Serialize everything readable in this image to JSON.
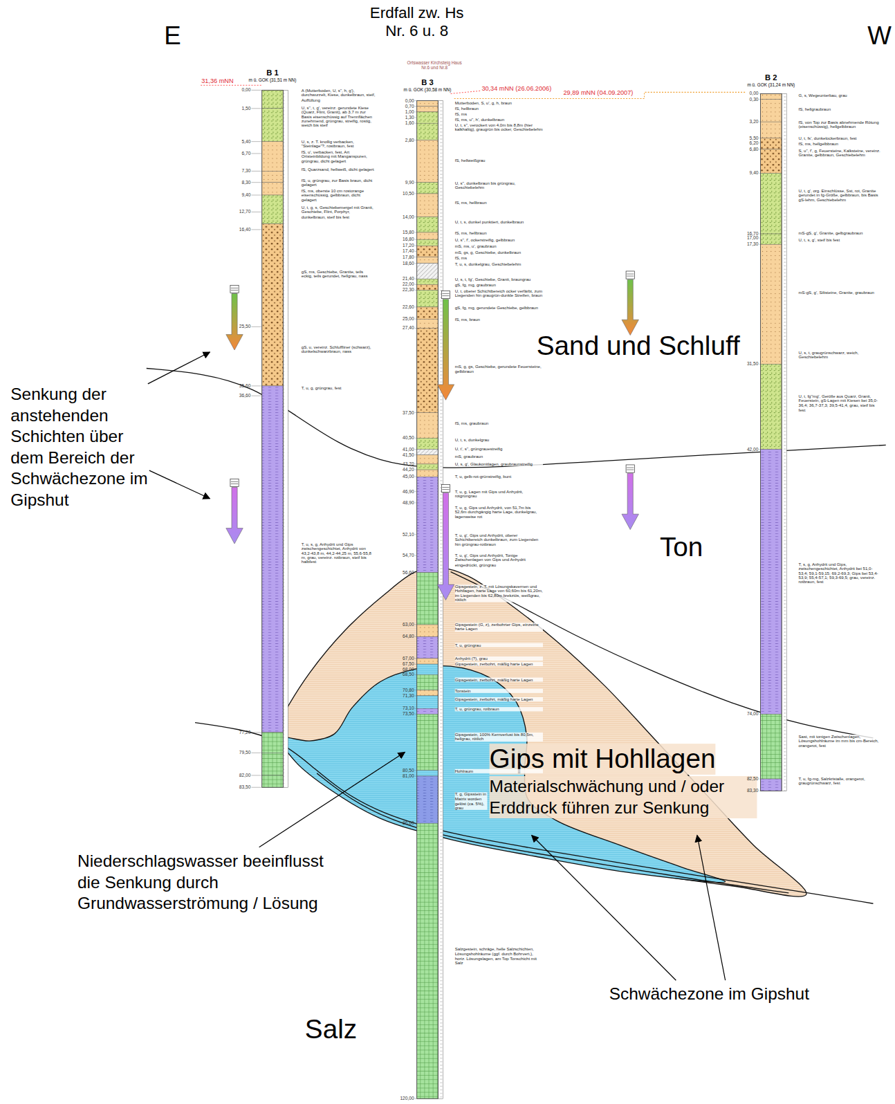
{
  "diagram": {
    "title": "Erdfall zw. Hs Nr. 6 u. 8",
    "nodes": [
      {
        "text": [
          "B 1",
          "m ü. GOK (31,51 m NN)"
        ]
      },
      {
        "text": [
          "B 3",
          "m ü. GOK (30,58 m NN)"
        ]
      },
      {
        "text": [
          "B 2",
          "m ü. GOK (31,24 m NN)"
        ]
      }
    ],
    "labels": [
      "E",
      "W",
      "Ortswasser Kirchsteig Haus Nr.6 und Nr.8",
      "31,36 mNN",
      "30,34 mNN (26.06.2006)",
      "29,89 mNN (04.09.2007)",
      "Sand und Schluff",
      "Ton",
      "Gips mit Hohllagen",
      "Materialschwächung und / oder Erddruck führen zur Senkung",
      "Salz",
      "Senkung der anstehenden Schichten über dem Bereich der Schwächezone im Gipshut",
      "Niederschlagswasser beeinflusst die Senkung durch Grundwasserströmung / Lösung",
      "Schwächezone im Gipshut",
      "0,00",
      "1,50",
      "5,40",
      "6,70",
      "7,30",
      "8,30",
      "9,40",
      "12,70",
      "16,40",
      "25,50",
      "35,60",
      "36,60",
      "77,20",
      "79,50",
      "82,00",
      "83,50",
      "0,00",
      "0,70",
      "1,00",
      "1,30",
      "1,60",
      "2,80",
      "9,90",
      "10,50",
      "14,00",
      "15,80",
      "16,80",
      "17,20",
      "17,40",
      "17,80",
      "18,60",
      "21,40",
      "22,00",
      "22,30",
      "22,60",
      "25,00",
      "27,40",
      "37,50",
      "40,50",
      "41,00",
      "41,50",
      "43,70",
      "44,20",
      "45,00",
      "46,90",
      "48,90",
      "52,10",
      "54,70",
      "56,60",
      "63,00",
      "64,80",
      "67,00",
      "67,50",
      "68,00",
      "68,50",
      "70,80",
      "71,30",
      "73,10",
      "73,50",
      "80,50",
      "81,00",
      "86,60",
      "120,00",
      "0,00",
      "0,30",
      "3,20",
      "5,50",
      "6,20",
      "6,80",
      "9,40",
      "16,70",
      "17,00",
      "17,30",
      "31,50",
      "42,00",
      "74,00",
      "82,50",
      "83,30",
      "A (Mutterboden, U, s'', h, g'), durchwurzelt, Kiese, dunkelbraun, steif, Auffüllung",
      "U, s'', t, g', vereinz. gerundete Kiese (Quarz, Flint, Granit), ab 3,7 m zur Basis eisenschüssig auf Trennflächen zunehmend, grüngrau, streifig, rostig, weich bis steif",
      "U, s, z. T. knollig verbacken, \"Steinlage\"?, rostbraun, fest",
      "fS, u', verbacken, fest, Art Ortsteinbildung mit Manganspuren, grüngrau, dicht gelagert",
      "fS, Quarzsand, hellweiß, dicht gelagert",
      "fS, u, grüngrau, zur Basis braun, dicht gelagert",
      "fS, ms, oberste 10 cm rostorange eisenschüssig, gelbbraun, dicht gelagert",
      "U, t, g, s, Geschiebemergel mit Granit, Geschiebe, Flint, Porphyr, dunkelbraun, steif bis fest",
      "gS, ms, Geschiebe, Granite, teils eckig, teils gerundet, hellgrau, nass",
      "gS, u, vereinz. Schluffliner (schwarz), dunkelschwarzbraun, nass",
      "T, u, g, grüngrau, fest",
      "T, u, s, g, Anhydrit und Gips zwischengeschichtet, Anhydrit von 43,2-43,8 m, 44,2-44,25 m, 55,6-55,8 m, grau, vereinz. rotbraun, steif bis halbfest",
      "Mutterboden, S, u', g, h, braun",
      "fS, hellbraun",
      "fS, ms",
      "fS, ms, u'', h', dunkelbraun",
      "U, t, s'', verockert von 4,0m bis 8,8m (hier kalkhaltig), graugrün bis ocker, Geschiebelehm",
      "fS, hellweißgrau",
      "U, s'', dunkelbraun bis grüngrau, Geschiebelehm",
      "fS, ms, hellbraun",
      "U, t, s, dunkel punktiert, dunkelbraun",
      "fS, ms, hellbraun",
      "U, s'', f', ockerstreifig, gelbbraun",
      "mS, ms, u', graubraun",
      "mS, gs, g, Geschiebe, dunkelbraun",
      "fS, ms",
      "T, u, s, dunkelgrau, Geschiebelehm",
      "U, s, t, fg', Geschiebe, Granit, braungrau",
      "gS, fg, mg, graubraun",
      "U, t, oberer Schichtbereich ocker verfärbt, zum Liegenden hin graugrün-dunkle Streifen, braun",
      "gS, fg, mg, gerundete Geschiebe, gelbbraun",
      "fS, ms, braun",
      "mS, g, gs, Geschiebe, gerundete Feuersteine, gelbbraun",
      "fS, ms, graubraun",
      "U, t, s, dunkelgrau",
      "U, t', s'', grüngrauestreifig",
      "mS, graubraun",
      "U, s, g', Glaukonitlagen, graubraunstreifig",
      "T, u, gelb-rot-grünstreifig, bunt",
      "T, u, g, Lagen mit Gips und Anhydrit, rotgrüngrau",
      "T, u, g, Gips und Anhydrit, von 51,7m bis 52,6m durchgängig harte Lage, dunkelgrau, lagenweise rot",
      "T, u, g', Gips und Anhydrit, oberer Schichtbereich dunkelbraun, zum Liegenden hin grüngrau-rotbraun",
      "T, u, g', Gips und Anhydrit, Tonige Zwischenlagen von Gips und Anhydrit eingedrückt, grüngrau",
      "Gipsgestein, z. T. mit Lösungskavernen und Hohllagen, harte Lage von 60,60m bis 61,20m, im Liegenden bis 62,80m brekziös, weißgrau, rötlich",
      "Gipsgestein (G, z), zerbohrter Gips, einzelne harte Lagen",
      "T, u, grüngrau",
      "Anhydrit (?), grau",
      "Gipsgestein, zerbohrt, mäßig harte Lagen",
      "Gipsgestein, zerbohrt, mäßig harte Lagen",
      "Tonstein",
      "Gipsgestein, zerbohrt, mäßig harte Lagen",
      "T, u, grüngrau, rotbraun",
      "Gipsgestein, 100% Kernverlust bis 80,5m, hellgrau, rötlich",
      "Hohlraum",
      "T, g, Gipsstein in Matrix worden gelöst (ca. 5%), grau",
      "Salzgestein, schräge, helle Salzschichten, Lösungshohlräume (ggf. durch Bohrvert.), horiz. Lösungslagen, am Top Tonschicht mit Salz",
      "G, s, Wegeunterbau, grau",
      "fS, hellgraubraun",
      "fS, von Top zur Basis abnehmende Rötung (eisenschüssig), hellgelbbraun",
      "U, t, fs', dunkelockerbraun, fest",
      "fS, ms, hellgelbbraun",
      "S, u'', f', g, Feuersteine, Kalksteine, vereinz. Granite, gelbbraun, Geschiebelehm",
      "U, t, g', org. Einschlüsse, Sst, rot, Granite gerundet in fg-Größe, gelbbraun, bis Basis gS-lehm, Geschiebelehm",
      "mS-gS, g', Granite, gelbgraubraun",
      "U, t, s, g', steif bis fest",
      "mS-gS, g', Siltsteine, Granite, graubraun",
      "U, s, t, graugrünschwarz, weich, Geschiebelehm",
      "U, t, fg''mg', Gerölle aus Quarz, Granit, Feuerstein, gS-Lagen mit Kiesen bei 35,0-36,4; 36,7-37,3; 39,5-41,4, grau, steif bis fest",
      "T, s, g, Anhydrit und Gips, zwischengeschichtet, Anhydrit bei 51,0-53,4; 59,1-59,15; 69,2-69,3; Gips bei 53,4-53,9; 55,4-57,1; 59,3-69,5; grau, vereinz. rotbraun, fest",
      "Sast, mit tonigen Zwischenlagen, Lösungshohlräume im mm bis cm-Bereich, orangerot, fest",
      "T, u, fg-mg, Salzkristalle, orangerot, graugrünschwarz, fest"
    ]
  }
}
